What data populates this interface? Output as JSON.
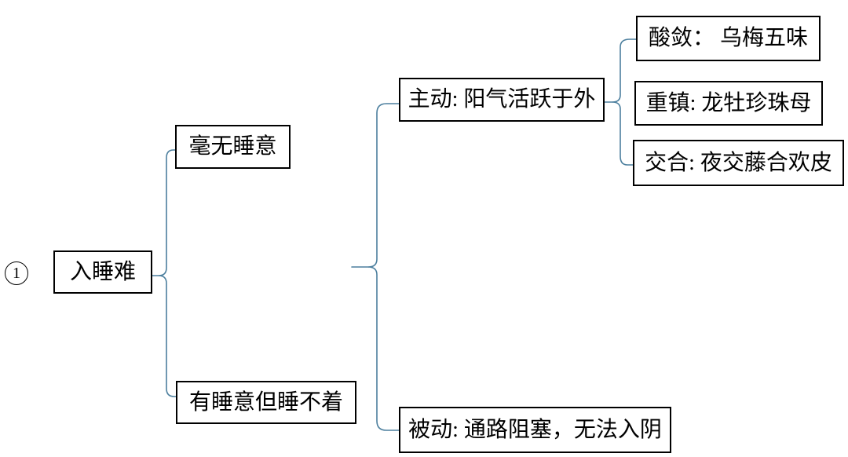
{
  "index_badge": "1",
  "nodes": {
    "root": {
      "label": "入睡难"
    },
    "no_sleepiness": {
      "label": "毫无睡意"
    },
    "sleepy_but_cannot_sleep": {
      "label": "有睡意但睡不着"
    },
    "active": {
      "label": "主动: 阳气活跃于外"
    },
    "passive": {
      "label": "被动: 通路阻塞，无法入阴"
    },
    "astringe": {
      "label": "酸敛： 乌梅五味"
    },
    "heavy_sedation": {
      "label": "重镇: 龙牡珍珠母"
    },
    "intercross": {
      "label": "交合: 夜交藤合欢皮"
    }
  },
  "colors": {
    "connector_line": "#4c7f9e",
    "box_border": "#000000",
    "text": "#000000",
    "background": "#ffffff"
  }
}
